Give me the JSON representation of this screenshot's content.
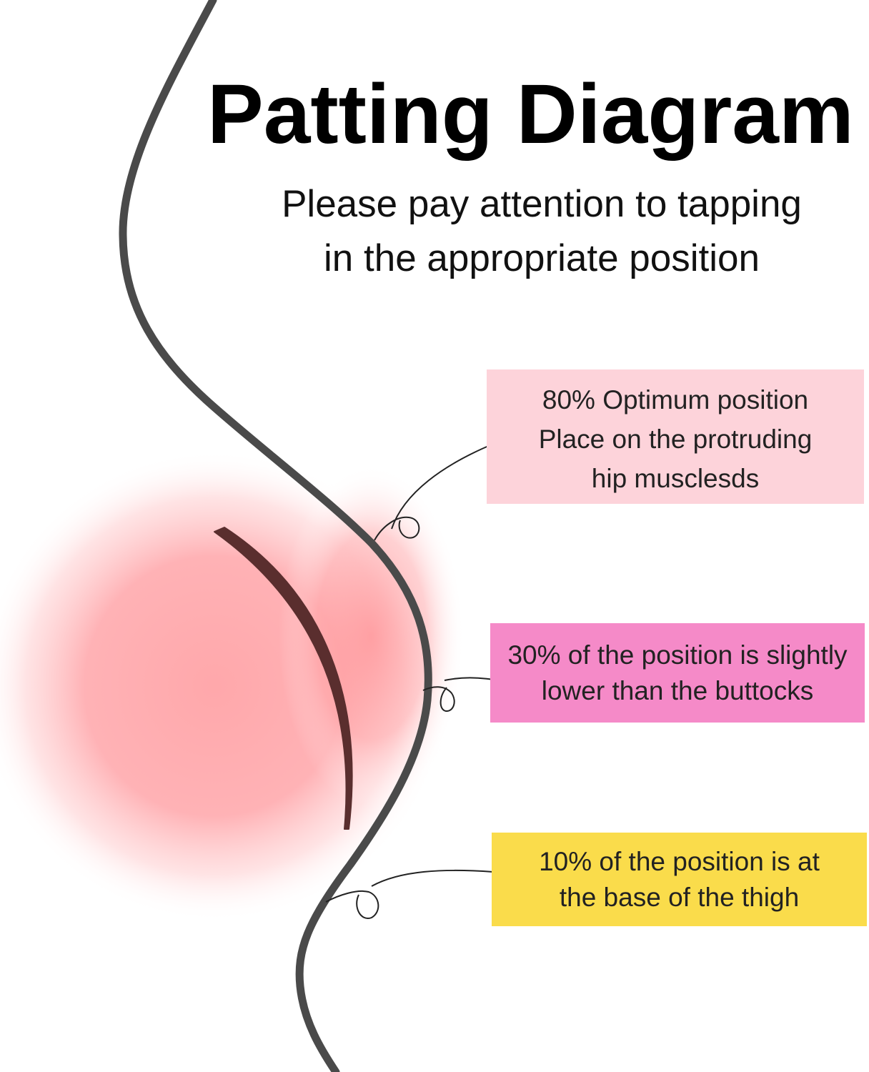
{
  "title": "Patting Diagram",
  "subtitle": {
    "line1": "Please pay attention to tapping",
    "line2": "in the appropriate position"
  },
  "colors": {
    "outline": "#4a4a4a",
    "crease": "#5a2e2e",
    "glow": "#ff8f93",
    "box_80": "#fdd3da",
    "box_30": "#f58ac8",
    "box_10": "#fadc4b"
  },
  "labels": [
    {
      "id": "label-80",
      "lines": [
        "80% Optimum position",
        "Place on the protruding",
        "hip musclesds"
      ],
      "color": "#fdd3da"
    },
    {
      "id": "label-30",
      "lines": [
        "30% of the position is slightly",
        "lower than the buttocks"
      ],
      "color": "#f58ac8"
    },
    {
      "id": "label-10",
      "lines": [
        "10% of the position is at",
        "the base of the thigh"
      ],
      "color": "#fadc4b"
    }
  ]
}
